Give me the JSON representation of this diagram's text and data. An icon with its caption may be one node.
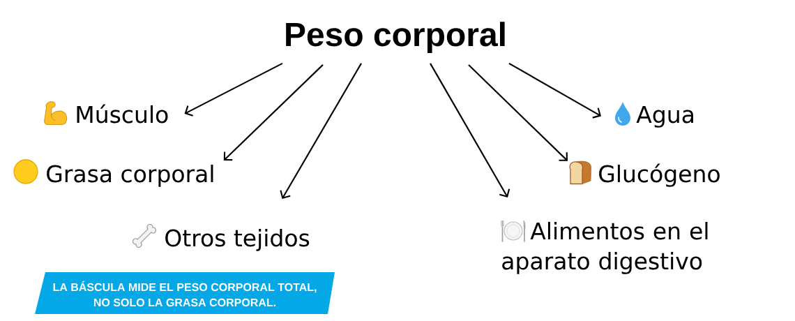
{
  "diagram": {
    "nodes": [
      {
        "text": [
          "Peso corporal"
        ]
      },
      {
        "text": [
          "Músculo"
        ]
      },
      {
        "text": [
          "Agua"
        ]
      },
      {
        "text": [
          "Grasa corporal"
        ]
      },
      {
        "text": [
          "Glucógeno"
        ]
      },
      {
        "text": [
          "Otros tejidos"
        ]
      },
      {
        "text": [
          "Alimentos en el aparato digestivo"
        ]
      },
      {
        "text": [
          "LA BÁSCULA MIDE EL PESO CORPORAL TOTAL, NO SOLO LA GRASA CORPORAL."
        ]
      }
    ],
    "edges": [
      {
        "from": 0,
        "to": 1,
        "arrow": "to"
      },
      {
        "from": 0,
        "to": 3,
        "arrow": "to"
      },
      {
        "from": 0,
        "to": 5,
        "arrow": "to"
      },
      {
        "from": 0,
        "to": 6,
        "arrow": "to"
      },
      {
        "from": 0,
        "to": 4,
        "arrow": "to"
      },
      {
        "from": 0,
        "to": 2,
        "arrow": "to"
      }
    ]
  }
}
